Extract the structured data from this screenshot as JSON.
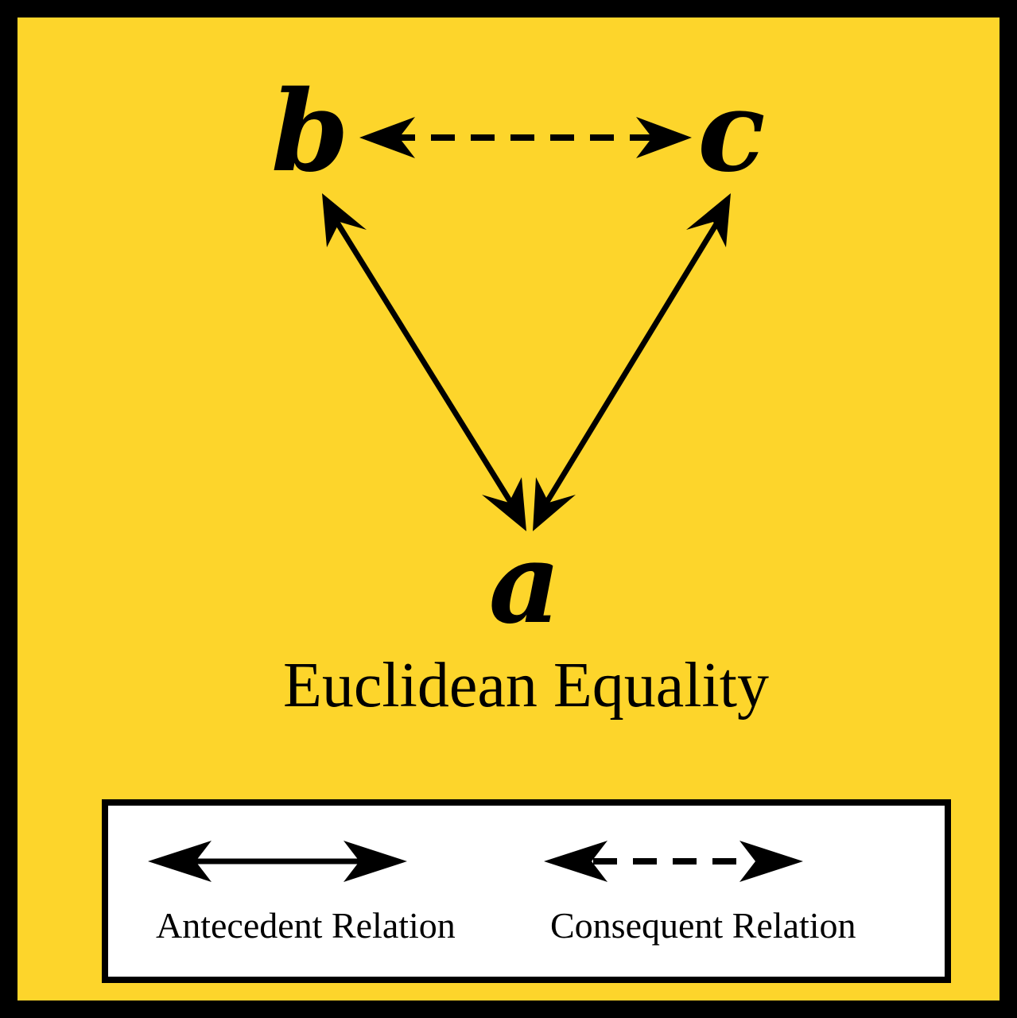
{
  "colors": {
    "background": "#FDD52B",
    "border": "#000000",
    "legend_background": "#FFFFFF"
  },
  "nodes": {
    "a": "a",
    "b": "b",
    "c": "c"
  },
  "edges": [
    {
      "from": "b",
      "to": "c",
      "type": "consequent",
      "arrowheads": "both"
    },
    {
      "from": "b",
      "to": "a",
      "type": "antecedent",
      "arrowheads": "both"
    },
    {
      "from": "c",
      "to": "a",
      "type": "antecedent",
      "arrowheads": "both"
    }
  ],
  "title": "Euclidean Equality",
  "legend": {
    "antecedent_label": "Antecedent Relation",
    "consequent_label": "Consequent Relation"
  }
}
